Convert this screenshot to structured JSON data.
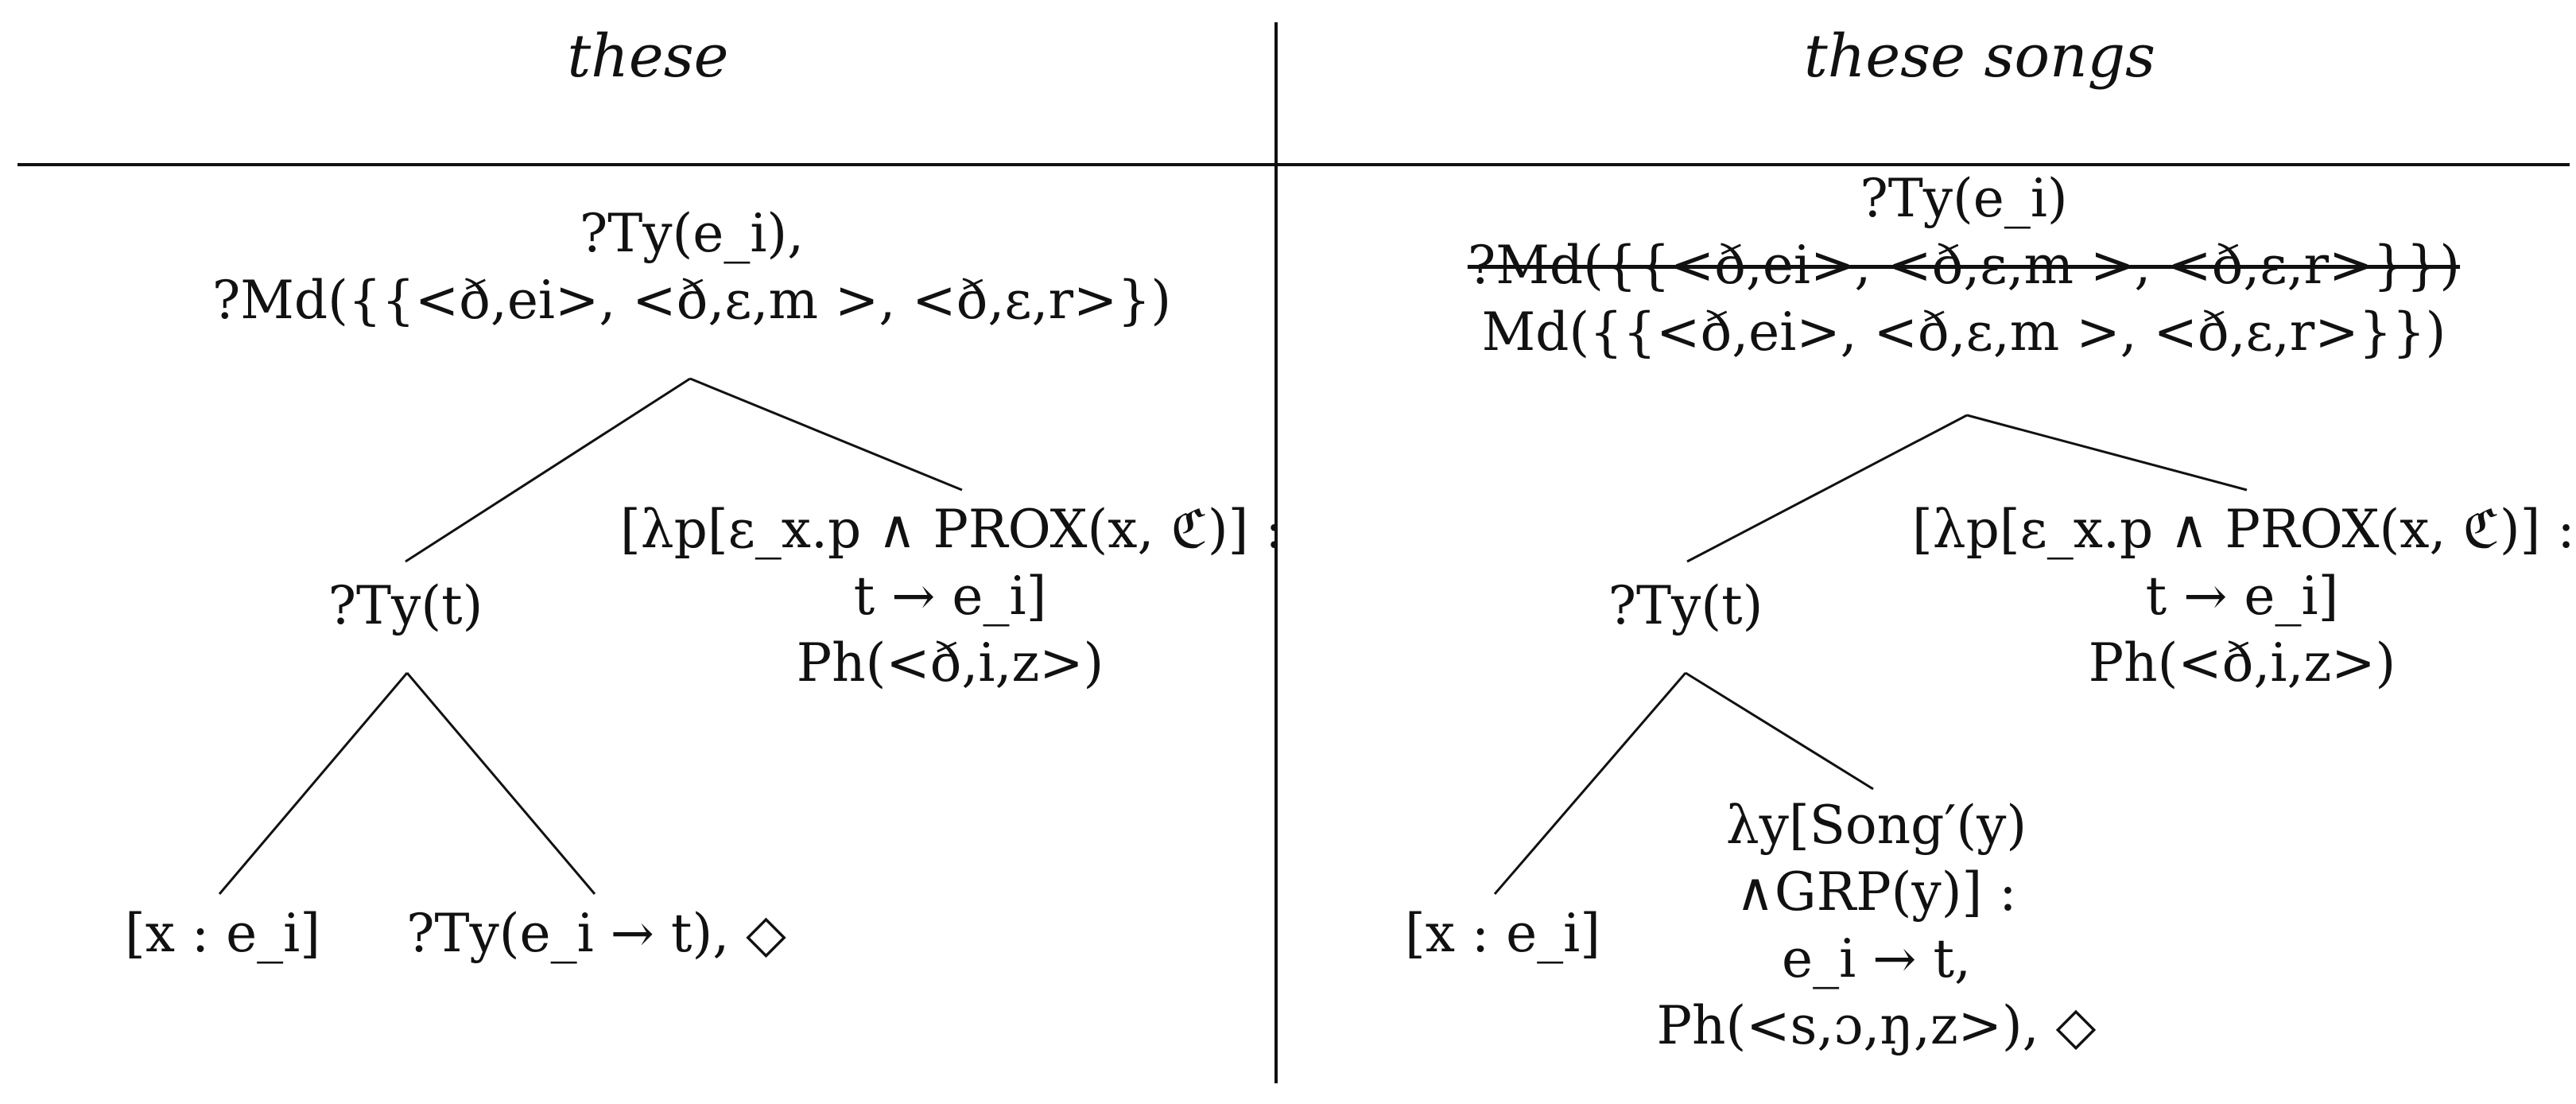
{
  "headers": {
    "left": "these",
    "right": "these songs"
  },
  "left_tree": {
    "root": [
      "?Ty(e_i),",
      "?Md({{<ð,ei>, <ð,ε,m >, <ð,ε,r>})"
    ],
    "mid_left": "?Ty(t)",
    "mid_right": [
      "[λp[ε_x.p ∧ PROX(x, ℭ)] :",
      "t → e_i]",
      "Ph(<ð,i,z>)"
    ],
    "leaf_left": "[x : e_i]",
    "leaf_right": "?Ty(e_i → t), ◇"
  },
  "right_tree": {
    "root": [
      "?Ty(e_i)",
      "?Md({{<ð,ei>, <ð,ε,m >, <ð,ε,r>}})",
      "Md({{<ð,ei>, <ð,ε,m >, <ð,ε,r>}})"
    ],
    "root_struck_line": 1,
    "mid_left": "?Ty(t)",
    "mid_right": [
      "[λp[ε_x.p ∧ PROX(x, ℭ)] :",
      "t → e_i]",
      "Ph(<ð,i,z>)"
    ],
    "leaf_left": "[x : e_i]",
    "leaf_right": [
      "λy[Song′(y)",
      "∧GRP(y)] :",
      "e_i → t,",
      "Ph(<s,ɔ,ŋ,z>), ◇"
    ]
  }
}
